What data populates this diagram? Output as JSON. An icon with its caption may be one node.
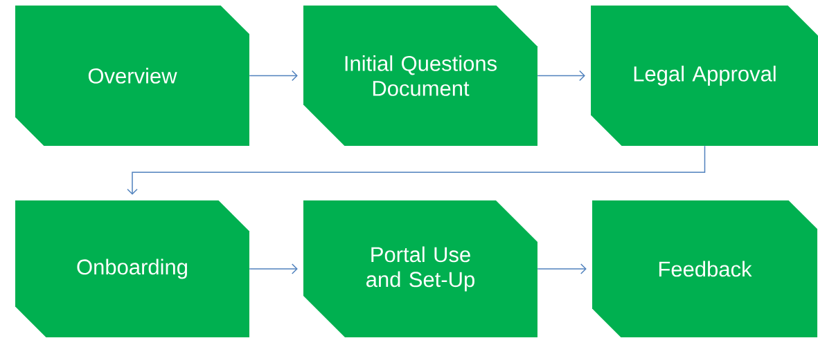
{
  "diagram": {
    "nodes": [
      {
        "text": [
          "Overview"
        ]
      },
      {
        "text": [
          "Initial Questions Document"
        ]
      },
      {
        "text": [
          "Legal Approval"
        ]
      },
      {
        "text": [
          "Onboarding"
        ]
      },
      {
        "text": [
          "Portal Use and Set-Up"
        ]
      },
      {
        "text": [
          "Feedback"
        ]
      }
    ],
    "edges": [
      {
        "from": 0,
        "to": 1,
        "arrow": "to"
      },
      {
        "from": 1,
        "to": 2,
        "arrow": "to"
      },
      {
        "from": 2,
        "to": 3,
        "arrow": "to"
      },
      {
        "from": 3,
        "to": 4,
        "arrow": "to"
      },
      {
        "from": 4,
        "to": 5,
        "arrow": "to"
      }
    ]
  }
}
